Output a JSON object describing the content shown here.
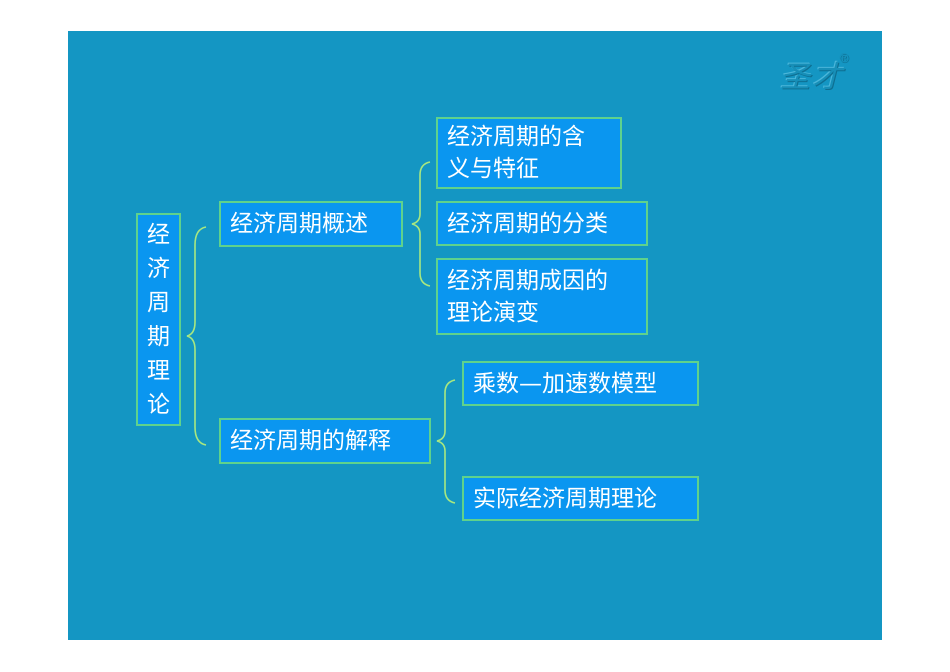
{
  "slide": {
    "background_color": "#1496c3",
    "box_fill_color": "#0a96f0",
    "box_border_color": "#5fd28c",
    "bracket_color": "#a8e880"
  },
  "logo": {
    "text": "圣才",
    "registered_mark": "®"
  },
  "diagram": {
    "root": {
      "label": "经济周期理论"
    },
    "branches": [
      {
        "label": "经济周期概述",
        "children": [
          {
            "label": "经济周期的含\n义与特征"
          },
          {
            "label": "经济周期的分类"
          },
          {
            "label": "经济周期成因的\n理论演变"
          }
        ]
      },
      {
        "label": "经济周期的解释",
        "children": [
          {
            "label": "乘数—加速数模型"
          },
          {
            "label": "实际经济周期理论"
          }
        ]
      }
    ]
  }
}
